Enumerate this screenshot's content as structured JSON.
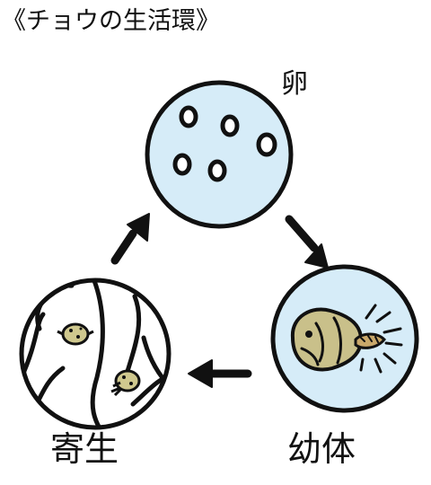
{
  "title": "《チョウの生活環》",
  "stages": {
    "egg": "卵",
    "larva": "幼体",
    "parasite": "寄生"
  },
  "colors": {
    "circle_fill": "#d6ecf8",
    "outline": "#111111",
    "larva_body": "#c9c08a",
    "host_skin": "#ffffff",
    "parasite_body": "#cfc88e"
  },
  "icons": [
    "arrow-icon",
    "egg-icon",
    "larva-icon",
    "parasite-icon"
  ]
}
